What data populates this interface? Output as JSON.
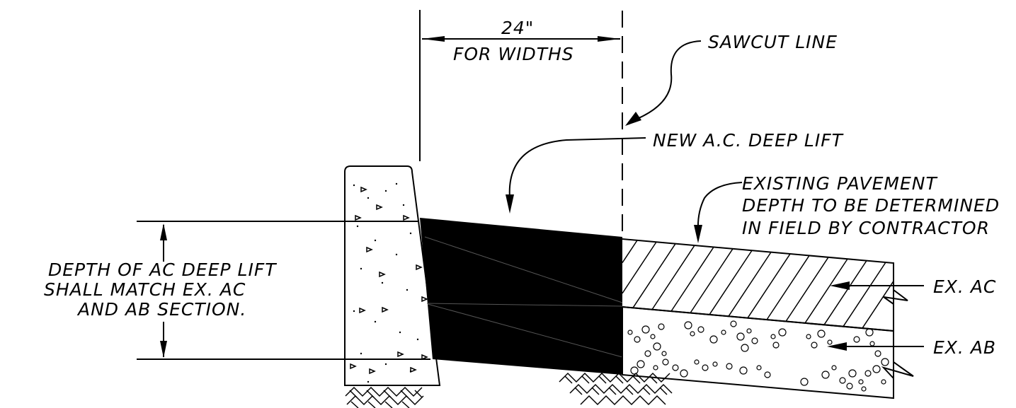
{
  "labels": {
    "dimension_value": "24\"",
    "dimension_note": "FOR WIDTHS",
    "sawcut": "SAWCUT LINE",
    "new_ac": "NEW A.C. DEEP LIFT",
    "existing_line1": "EXISTING PAVEMENT",
    "existing_line2": "DEPTH TO BE DETERMINED",
    "existing_line3": "IN FIELD BY CONTRACTOR",
    "depth_line1": "DEPTH  OF AC DEEP LIFT",
    "depth_line2": "SHALL MATCH EX. AC",
    "depth_line3": "AND AB SECTION.",
    "ex_ac": "EX. AC",
    "ex_ab": "EX. AB"
  }
}
